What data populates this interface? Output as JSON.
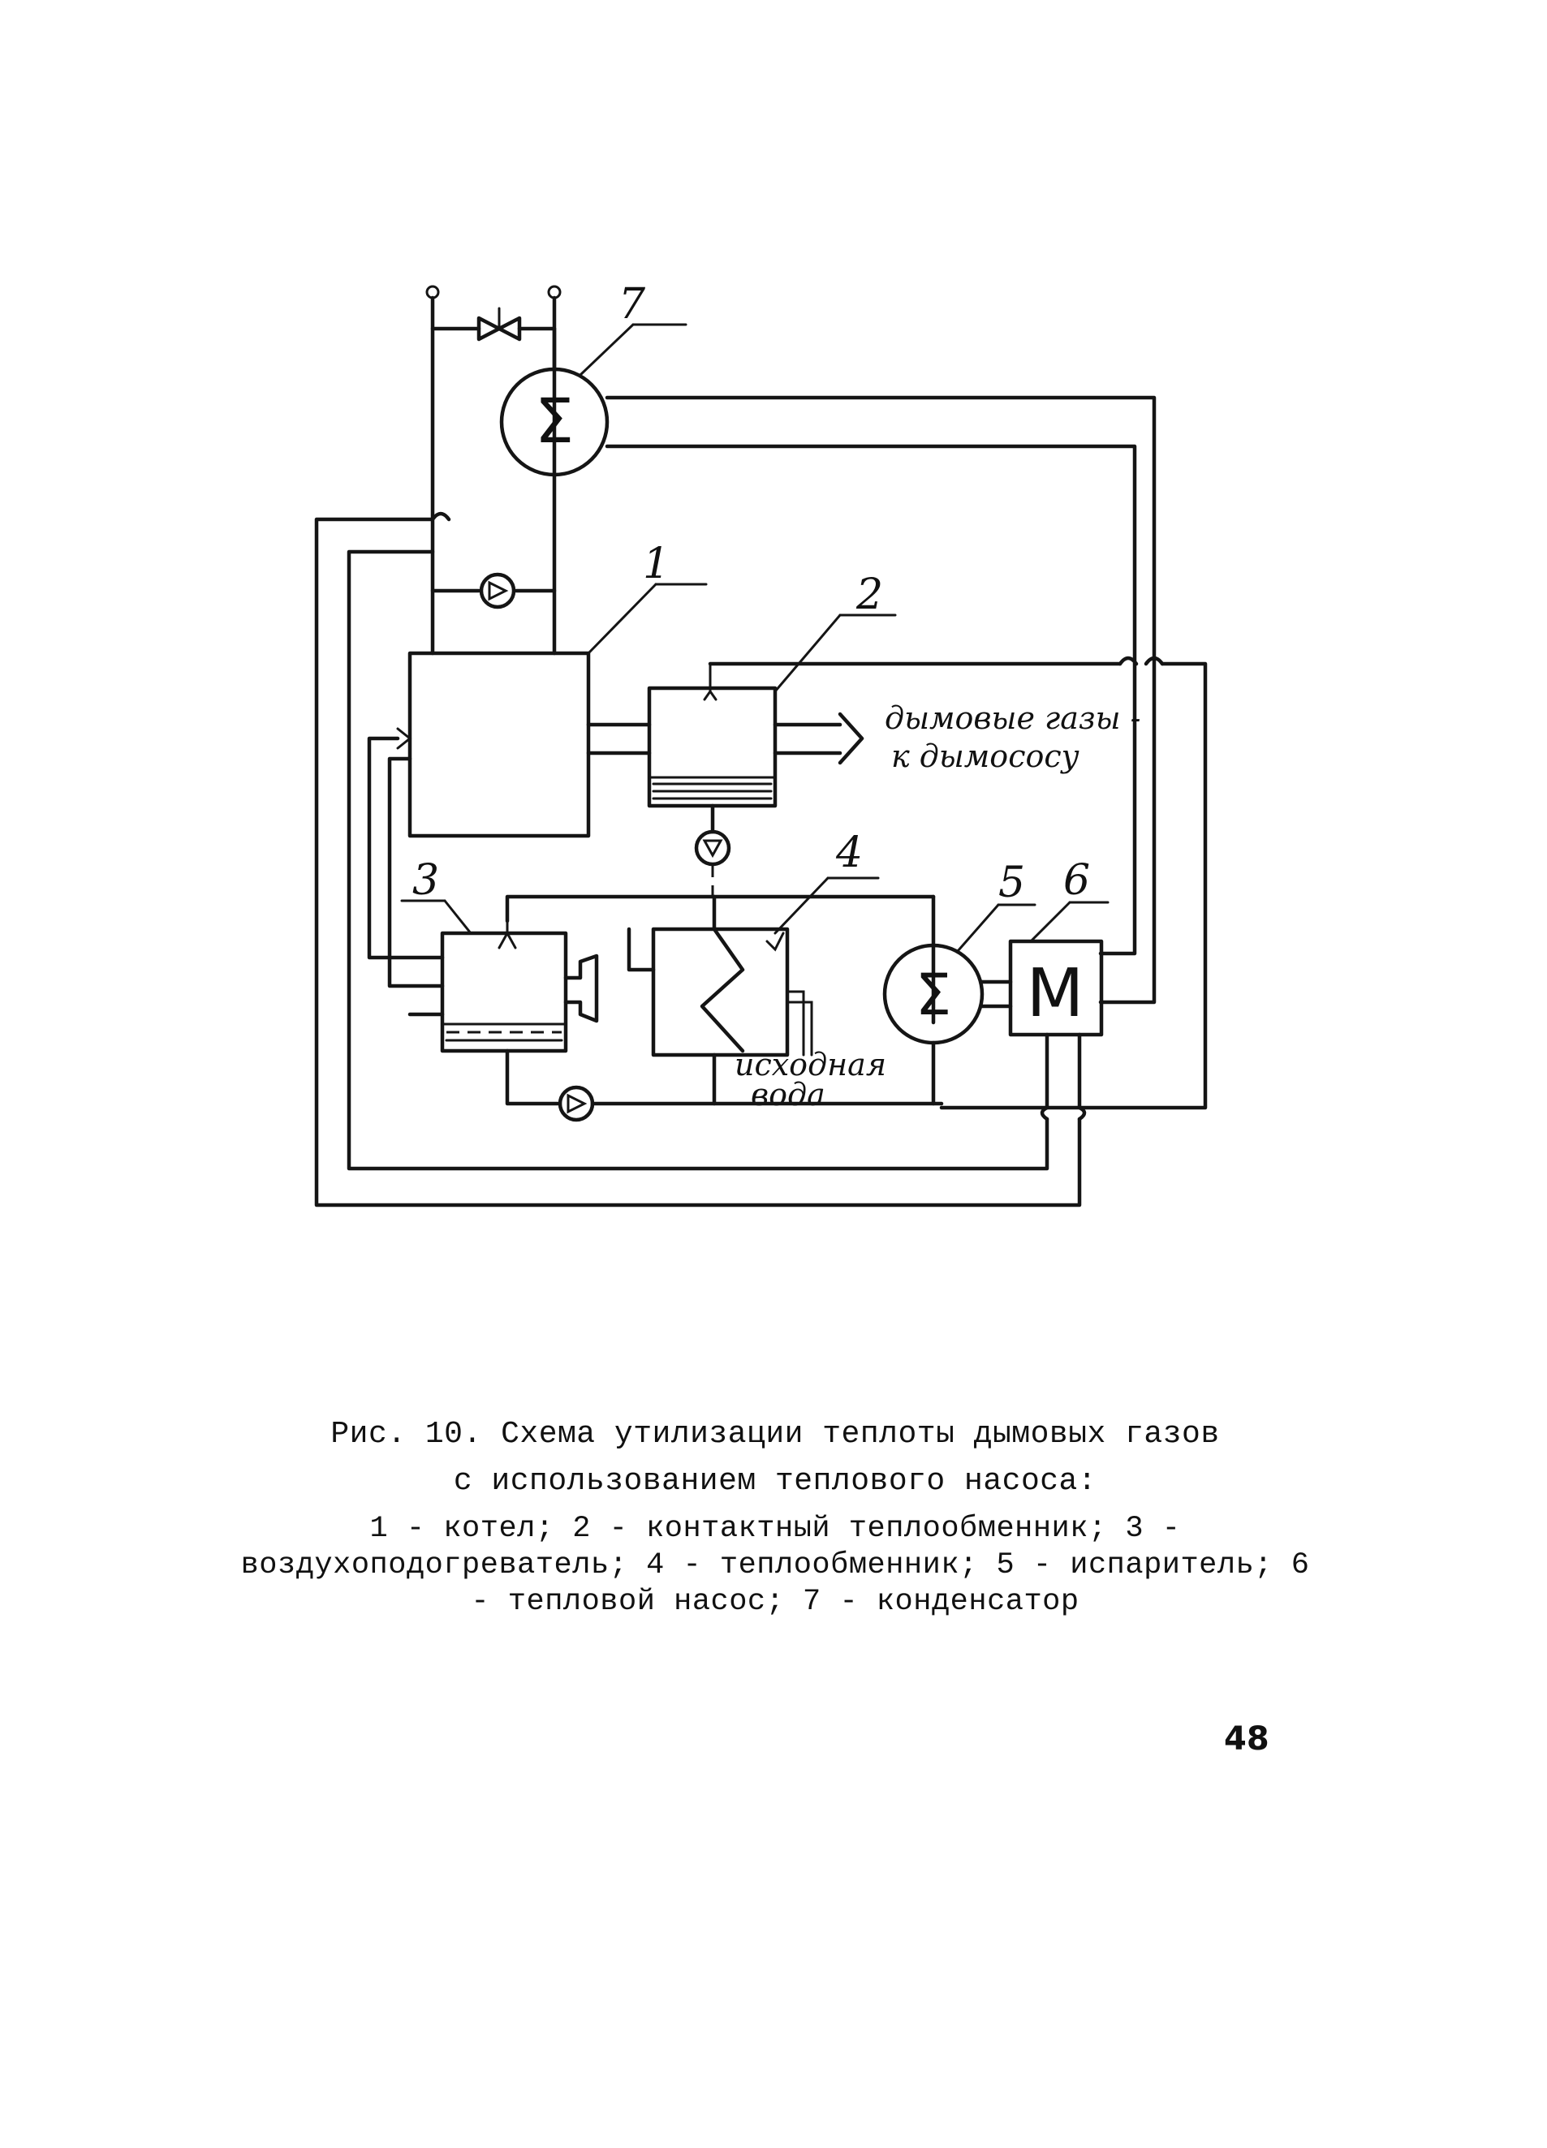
{
  "figure": {
    "labels": {
      "boiler": "1",
      "contact_exchanger": "2",
      "air_heater": "3",
      "heat_exchanger": "4",
      "evaporator": "5",
      "heat_pump": "6",
      "condenser": "7"
    },
    "annotations": {
      "flue_gases_line1": "дымовые газы -",
      "flue_gases_line2": "к дымососу",
      "source_water_line1": "исходная",
      "source_water_line2": "вода"
    },
    "symbols": {
      "condenser_symbol": "Σ",
      "evaporator_symbol": "Σ",
      "heat_pump_symbol": "M"
    }
  },
  "caption": {
    "title": "Рис. 10. Схема утилизации теплоты дымовых газов",
    "subtitle": "с использованием теплового насоса:",
    "legend": "1 - котел; 2 - контактный теплообменник; 3 - воздухоподогреватель; 4 - теплообменник; 5 - испаритель; 6 - тепловой насос; 7 - конденсатор"
  },
  "page": {
    "number": "48"
  },
  "colors": {
    "ink": "#151515",
    "paper": "#ffffff"
  }
}
